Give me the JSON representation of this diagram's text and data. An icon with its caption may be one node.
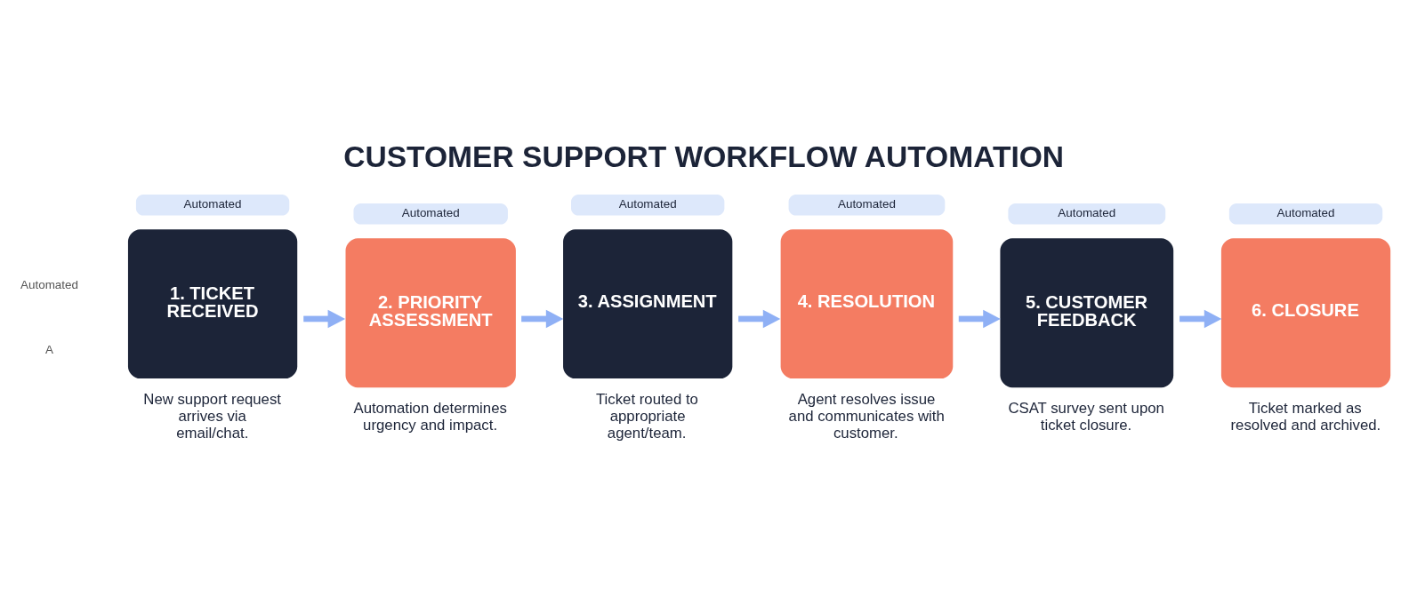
{
  "diagram": {
    "title": "CUSTOMER SUPPORT WORKFLOW AUTOMATION",
    "nodes": [
      {
        "text": [
          "1. TICKET RECEIVED"
        ],
        "beside": [
          "Automated",
          "New support request arrives via email/chat."
        ]
      },
      {
        "text": [
          "2. PRIORITY ASSESSMENT"
        ],
        "beside": [
          "Automated",
          "Automation determines urgency and impact."
        ]
      },
      {
        "text": [
          "3. ASSIGNMENT"
        ],
        "beside": [
          "Automated",
          "Ticket routed to appropriate agent/team."
        ]
      },
      {
        "text": [
          "4. RESOLUTION"
        ],
        "beside": [
          "Automated",
          "Agent resolves issue and communicates with customer."
        ]
      },
      {
        "text": [
          "5. CUSTOMER FEEDBACK"
        ],
        "beside": [
          "Automated",
          "CSAT survey sent upon ticket closure."
        ]
      },
      {
        "text": [
          "6. CLOSURE"
        ],
        "beside": [
          "Automated",
          "Ticket marked as resolved and archived."
        ]
      }
    ],
    "edges": [
      {
        "from": 0,
        "to": 1,
        "arrow": "to"
      },
      {
        "from": 1,
        "to": 2,
        "arrow": "to"
      },
      {
        "from": 2,
        "to": 3,
        "arrow": "to"
      },
      {
        "from": 3,
        "to": 4,
        "arrow": "to"
      },
      {
        "from": 4,
        "to": 5,
        "arrow": "to"
      }
    ],
    "labels": [
      "Automated",
      "A"
    ]
  }
}
